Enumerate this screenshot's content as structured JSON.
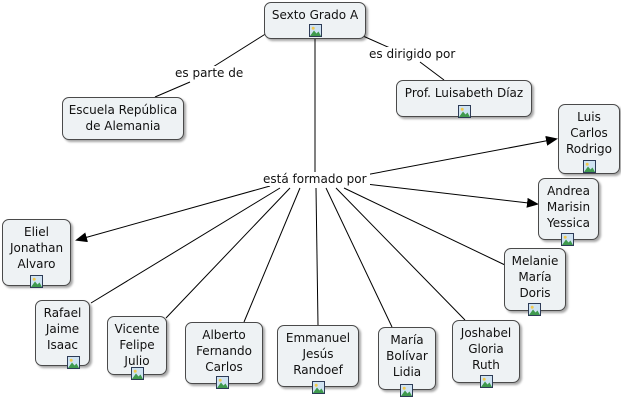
{
  "nodes": {
    "sexto": "Sexto Grado A",
    "escuela": [
      "Escuela República",
      "de Alemania"
    ],
    "profesora": "Prof. Luisabeth Díaz",
    "luis": [
      "Luis",
      "Carlos",
      "Rodrigo"
    ],
    "andrea": [
      "Andrea",
      "Marisin",
      "Yessica"
    ],
    "melanie": [
      "Melanie",
      "María",
      "Doris"
    ],
    "eliel": [
      "Eliel",
      "Jonathan",
      "Alvaro"
    ],
    "rafael": [
      "Rafael",
      "Jaime",
      "Isaac"
    ],
    "vicente": [
      "Vicente",
      "Felipe",
      "Julio"
    ],
    "alberto": [
      "Alberto",
      "Fernando",
      "Carlos"
    ],
    "emmanuel": [
      "Emmanuel",
      "Jesús",
      "Randoef"
    ],
    "maria": [
      "María",
      "Bolívar",
      "Lidia"
    ],
    "joshabel": [
      "Joshabel",
      "Gloria",
      "Ruth"
    ]
  },
  "linking_phrases": {
    "es_parte_de": "es parte de",
    "es_dirigido_por": "es dirigido por",
    "esta_formado_por": "está formado por"
  },
  "icons": {
    "node_attachment": "image-icon"
  }
}
